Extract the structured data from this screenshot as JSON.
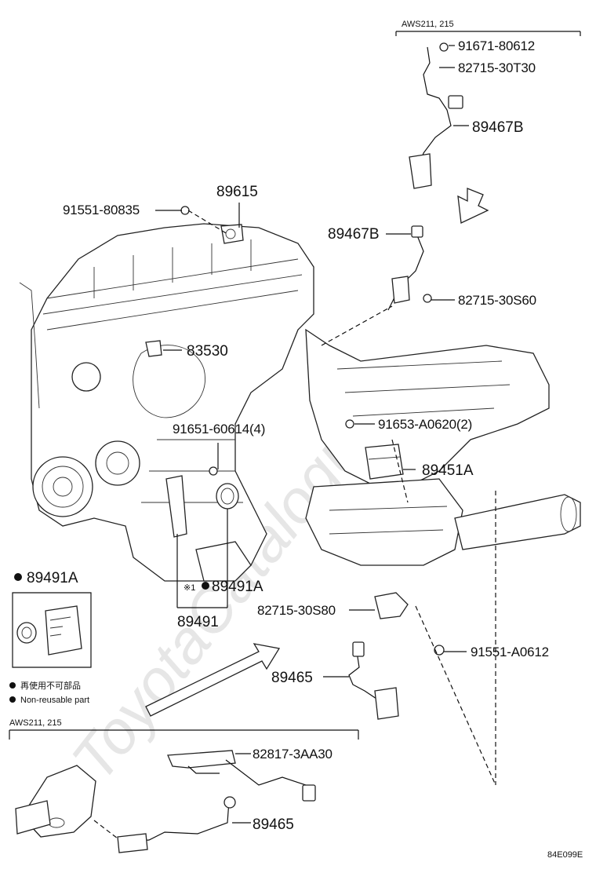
{
  "labels": {
    "aws_top": "AWS211, 215",
    "p_91671": "91671-80612",
    "p_82715_30T30": "82715-30T30",
    "p_89467B_top": "89467B",
    "p_89615": "89615",
    "p_91551_80835": "91551-80835",
    "p_89467B_mid": "89467B",
    "p_82715_30S60": "82715-30S60",
    "p_83530": "83530",
    "p_91653": "91653-A0620(2)",
    "p_91651": "91651-60614(4)",
    "p_89451A": "89451A",
    "p_89491A_box": "89491A",
    "p_89491A_main": "89491A",
    "mark_1": "※1",
    "p_89491": "89491",
    "p_82715_30S80": "82715-30S80",
    "p_91551_A0612": "91551-A0612",
    "p_89465_mid": "89465",
    "legend_jp": "再使用不可部品",
    "legend_en": "Non-reusable part",
    "aws_bottom": "AWS211, 215",
    "p_82817": "82817-3AA30",
    "p_89465_bottom": "89465",
    "figure_code": "84E099E",
    "watermark": "ToyotaCatalogue"
  },
  "colors": {
    "ink": "#111111",
    "watermark": "#e6e6e6"
  }
}
